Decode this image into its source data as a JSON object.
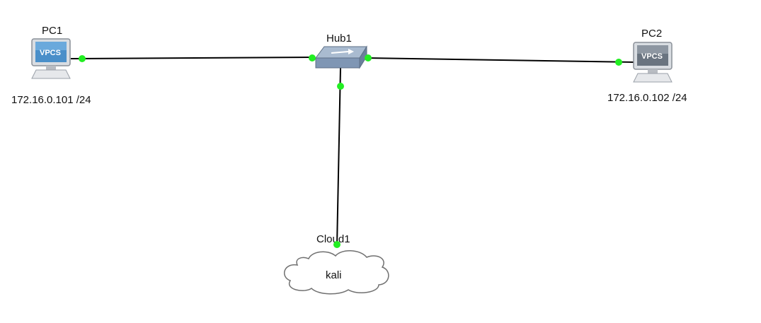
{
  "topology": {
    "nodes": {
      "pc1": {
        "label": "PC1",
        "ip": "172.16.0.101 /24",
        "icon": "vpcs-computer-icon",
        "screen_text": "VPCS"
      },
      "pc2": {
        "label": "PC2",
        "ip": "172.16.0.102 /24",
        "icon": "vpcs-computer-icon",
        "screen_text": "VPCS"
      },
      "hub1": {
        "label": "Hub1",
        "icon": "hub-icon"
      },
      "cloud1": {
        "label": "Cloud1",
        "text": "kali",
        "icon": "cloud-icon"
      }
    },
    "links": [
      {
        "from": "PC1",
        "to": "Hub1",
        "status": "up"
      },
      {
        "from": "Hub1",
        "to": "PC2",
        "status": "up"
      },
      {
        "from": "Hub1",
        "to": "Cloud1",
        "status": "up"
      }
    ],
    "colors": {
      "link": "#000000",
      "port_up": "#22ee22",
      "vpcs_screen": "#4a8fc9",
      "hub_body": "#7f96b4"
    }
  }
}
